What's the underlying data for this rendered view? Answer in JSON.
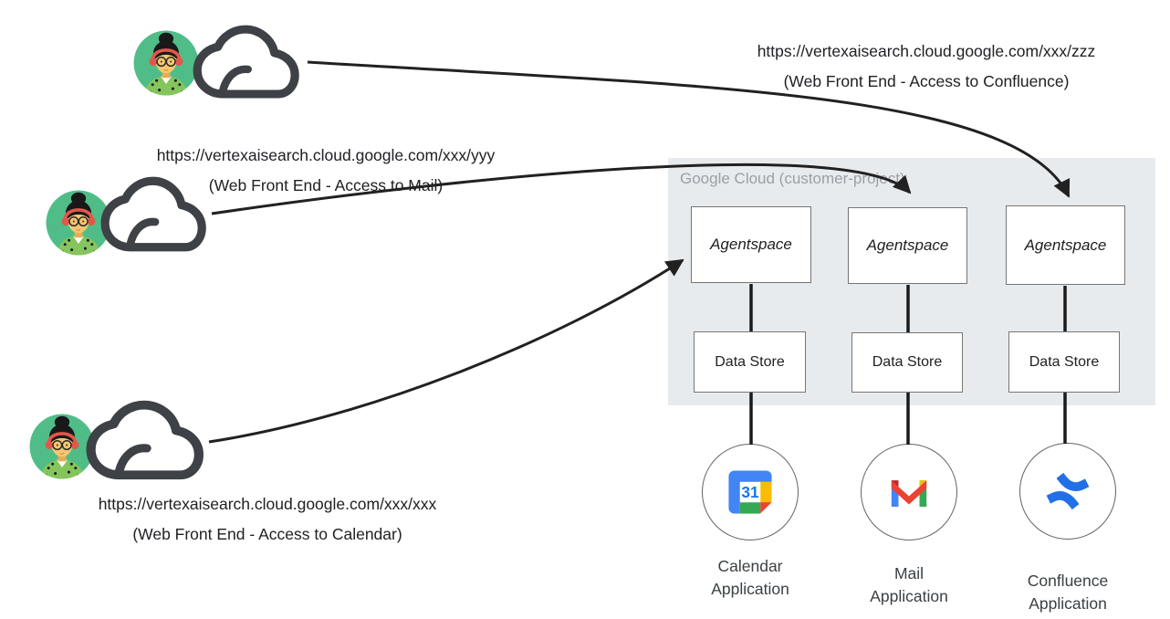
{
  "cloud_box": {
    "title": "Google Cloud (customer-project)"
  },
  "links": [
    {
      "url": "https://vertexaisearch.cloud.google.com/xxx/zzz",
      "caption": "(Web Front End - Access to Confluence)"
    },
    {
      "url": "https://vertexaisearch.cloud.google.com/xxx/yyy",
      "caption": "(Web Front End - Access to Mail)"
    },
    {
      "url": "https://vertexaisearch.cloud.google.com/xxx/xxx",
      "caption": "(Web Front End - Access to Calendar)"
    }
  ],
  "columns": [
    {
      "agent_label": "Agentspace",
      "datastore_label": "Data Store",
      "app_line1": "Calendar",
      "app_line2": "Application",
      "icon": "google-calendar-icon"
    },
    {
      "agent_label": "Agentspace",
      "datastore_label": "Data Store",
      "app_line1": "Mail",
      "app_line2": "Application",
      "icon": "gmail-icon"
    },
    {
      "agent_label": "Agentspace",
      "datastore_label": "Data Store",
      "app_line1": "Confluence",
      "app_line2": "Application",
      "icon": "confluence-icon"
    }
  ],
  "icons": {
    "calendar_day": "31"
  },
  "colors": {
    "arrow": "#212121",
    "connector": "#1a1a1a",
    "container_bg": "#e8ebee",
    "title_gray": "#9aa0a6",
    "cloud_outline": "#3e4145",
    "avatar_bg": "#50bd88",
    "headphones_red": "#e2574c",
    "calendar_blue": "#4285f4",
    "calendar_yellow": "#fbbc04",
    "calendar_green": "#34a853",
    "calendar_red": "#ea4335",
    "calendar_day_blue": "#1a73e8",
    "gmail_blue": "#4285f4",
    "gmail_green": "#34a853",
    "gmail_red": "#ea4335",
    "gmail_dark_red": "#c5221f",
    "gmail_yellow": "#fbbc04",
    "confluence_blue": "#2270e8"
  }
}
